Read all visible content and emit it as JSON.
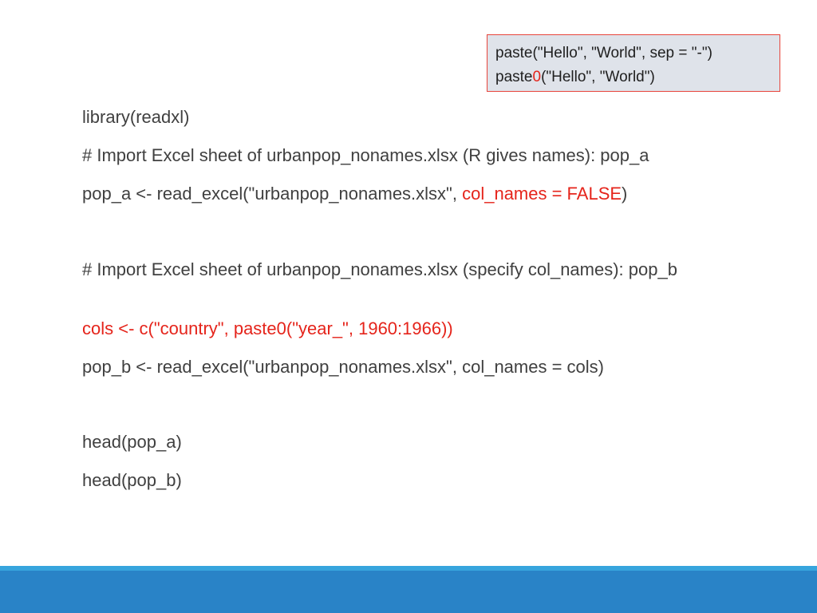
{
  "note": {
    "line1": "paste(\"Hello\", \"World\", sep = \"-\")",
    "line2_prefix": "paste",
    "line2_highlight": "0",
    "line2_suffix": "(\"Hello\", \"World\")"
  },
  "code": {
    "line1": "library(readxl)",
    "line2": "# Import Excel sheet of urbanpop_nonames.xlsx (R gives names): pop_a",
    "line3_prefix": "pop_a <- read_excel(\"urbanpop_nonames.xlsx\", ",
    "line3_highlight": "col_names = FALSE",
    "line3_suffix": ")",
    "line4": "# Import Excel sheet of urbanpop_nonames.xlsx (specify col_names): pop_b",
    "line5": "cols <- c(\"country\", paste0(\"year_\", 1960:1966))",
    "line6": "pop_b <- read_excel(\"urbanpop_nonames.xlsx\", col_names = cols)",
    "line7": "head(pop_a)",
    "line8": "head(pop_b)"
  },
  "colors": {
    "highlight": "#e5241b",
    "note_bg": "#dfe3ea",
    "note_border": "#e8453c",
    "footer_bar": "#2983c7",
    "footer_stripe": "#37a5dd"
  }
}
